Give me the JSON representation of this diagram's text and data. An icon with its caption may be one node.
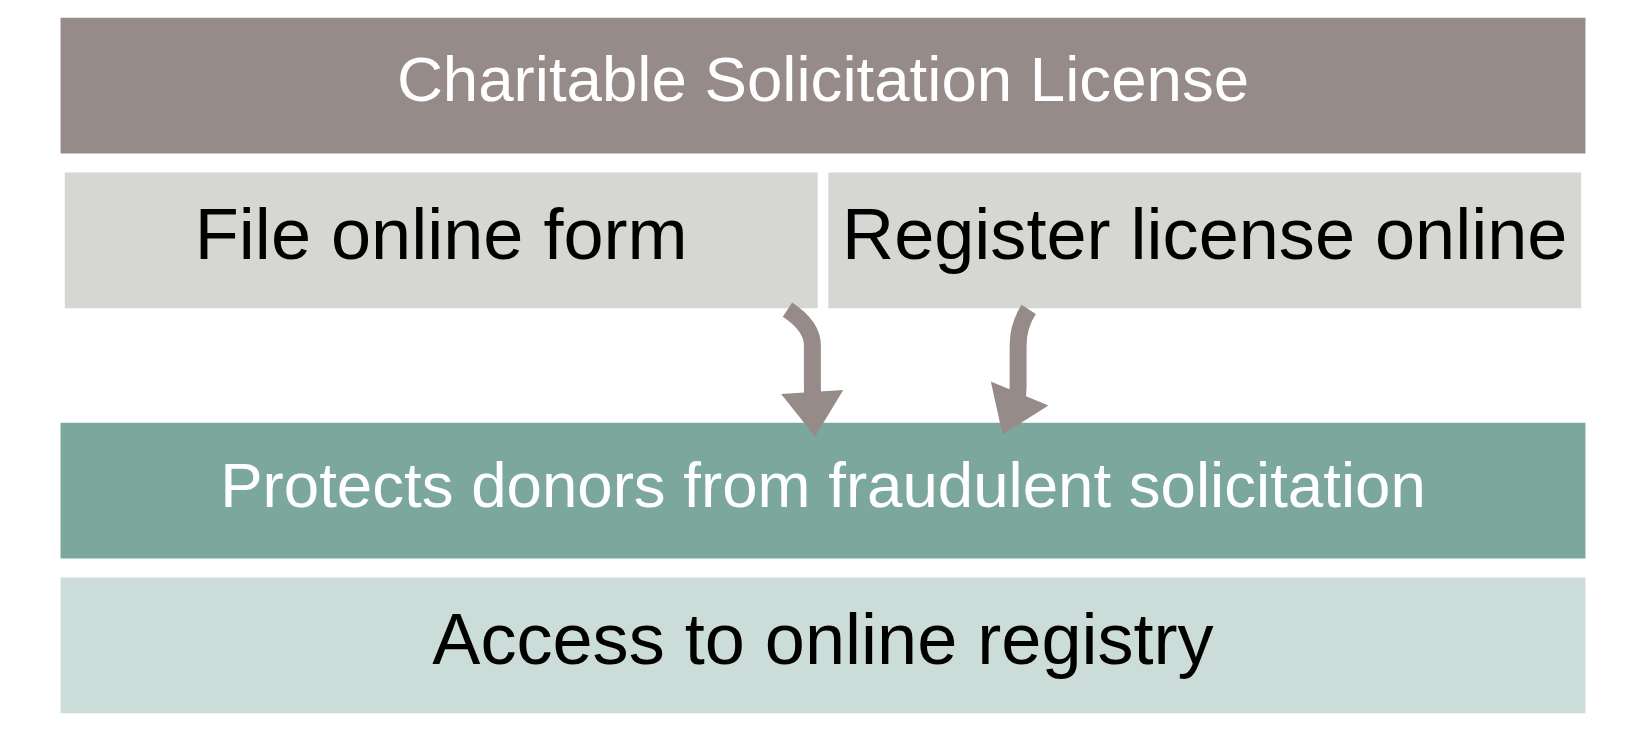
{
  "diagram": {
    "nodes": [
      {
        "text": [
          "Charitable Solicitation License"
        ]
      },
      {
        "text": [
          "File online form"
        ]
      },
      {
        "text": [
          "Register license online"
        ]
      },
      {
        "text": [
          "Protects donors from fraudulent solicitation"
        ]
      },
      {
        "text": [
          "Access to online registry"
        ]
      }
    ],
    "edges": [
      {
        "from": 1,
        "to": 3,
        "arrow": "to"
      },
      {
        "from": 2,
        "to": 3,
        "arrow": "to"
      }
    ]
  }
}
